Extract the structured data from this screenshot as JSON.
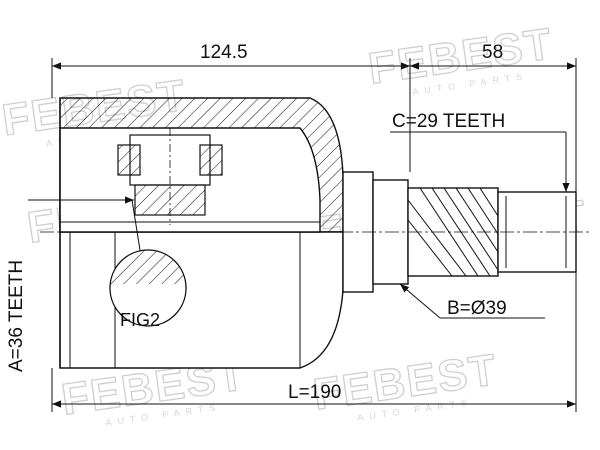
{
  "watermark": {
    "brand": "FEBEST",
    "sub": "AUTO PARTS"
  },
  "dimensions": {
    "housing_length": "124.5",
    "shaft_length": "58",
    "total_length": "L=190"
  },
  "callouts": {
    "outer_spline": "C=29 TEETH",
    "inner_spline": "A=36 TEETH",
    "seal_diameter": "B=Ø39",
    "detail": "FIG2"
  },
  "colors": {
    "line": "#111111",
    "watermark": "#cfcfcf"
  }
}
